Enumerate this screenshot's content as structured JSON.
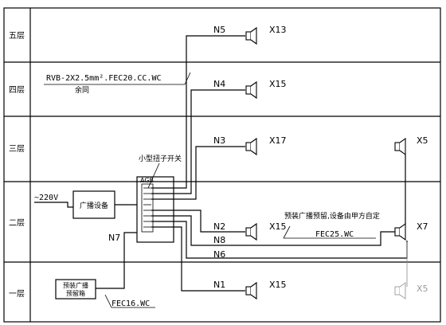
{
  "floors": [
    "五层",
    "四层",
    "三层",
    "二层",
    "一层"
  ],
  "power_input": "~220V",
  "broadcast_equipment": "广播设备",
  "small_switch_label": "小型扭子开关",
  "agb_label": "AGB",
  "cable_spec": {
    "line1": "RVB-2X2.5mm².FEC20.CC.WC",
    "line2": "余同"
  },
  "reserved_note": "预装广播预留,设备由甲方自定",
  "fec25_label": "FEC25.WC",
  "fec16_label": "FEC16.WC",
  "reserved_box_label": [
    "预装广播",
    "预留箱"
  ],
  "circuits": [
    {
      "id": "N5",
      "count": "X13"
    },
    {
      "id": "N4",
      "count": "X15"
    },
    {
      "id": "N3",
      "count": "X17"
    },
    {
      "id": "N2",
      "count": "X15"
    },
    {
      "id": "N8",
      "count": ""
    },
    {
      "id": "N6",
      "count": ""
    },
    {
      "id": "N1",
      "count": "X15"
    },
    {
      "id": "N7",
      "count": ""
    }
  ],
  "right_speakers": [
    {
      "floor": "三层",
      "count": "X5"
    },
    {
      "floor": "二层",
      "count": "X7"
    },
    {
      "floor": "一层",
      "count": "X5"
    }
  ]
}
